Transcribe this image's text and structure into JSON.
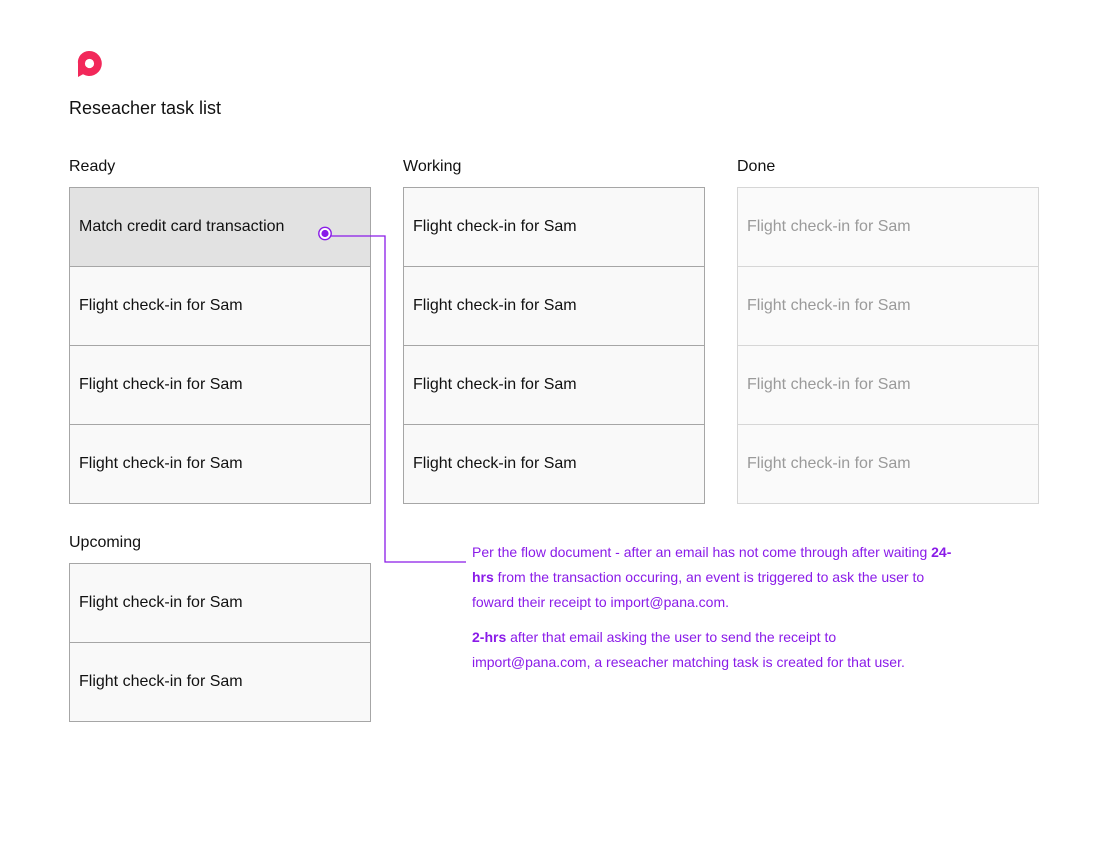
{
  "app": {
    "logo_icon": "pana-logo-icon",
    "brand_color": "#f2285a",
    "title": "Reseacher task list"
  },
  "columns": {
    "ready": {
      "heading": "Ready",
      "tasks": [
        {
          "label": "Match credit card transaction",
          "active": true
        },
        {
          "label": "Flight check-in for Sam"
        },
        {
          "label": "Flight check-in for Sam"
        },
        {
          "label": "Flight check-in for Sam"
        }
      ]
    },
    "working": {
      "heading": "Working",
      "tasks": [
        {
          "label": "Flight check-in for Sam"
        },
        {
          "label": "Flight check-in for Sam"
        },
        {
          "label": "Flight check-in for Sam"
        },
        {
          "label": "Flight check-in for Sam"
        }
      ]
    },
    "done": {
      "heading": "Done",
      "tasks": [
        {
          "label": "Flight check-in for Sam"
        },
        {
          "label": "Flight check-in for Sam"
        },
        {
          "label": "Flight check-in for Sam"
        },
        {
          "label": "Flight check-in for Sam"
        }
      ]
    },
    "upcoming": {
      "heading": "Upcoming",
      "tasks": [
        {
          "label": "Flight check-in for Sam"
        },
        {
          "label": "Flight check-in for Sam"
        }
      ]
    }
  },
  "annotation": {
    "color": "#8a1be8",
    "p1_a": "Per the flow document - after an email has not come through after waiting ",
    "p1_bold": "24-hrs",
    "p1_b": " from the transaction occuring, an event is triggered to ask the user to foward their receipt to import@pana.com.",
    "p2_bold": "2-hrs",
    "p2_a": " after that email asking the user to send the receipt to import@pana.com, a reseacher matching task is created for that user."
  }
}
